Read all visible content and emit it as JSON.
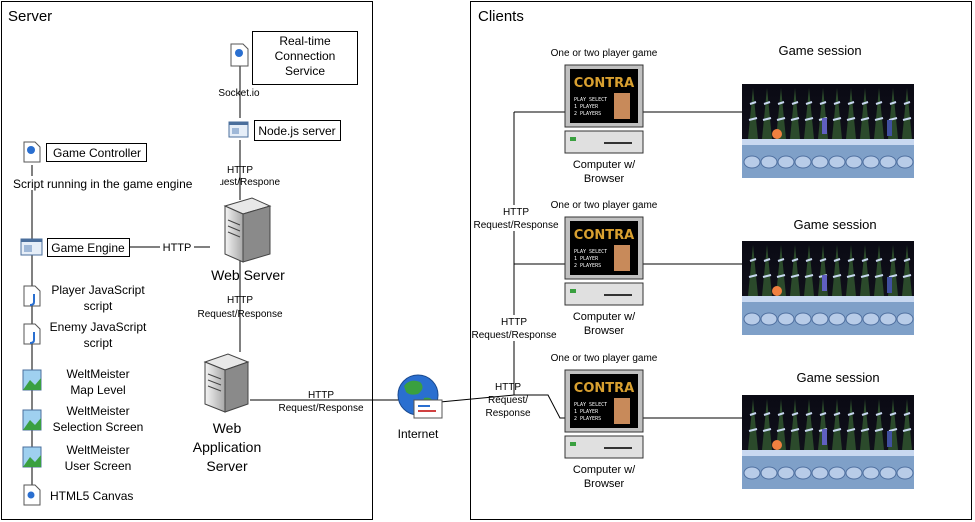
{
  "panels": {
    "server": "Server",
    "clients": "Clients"
  },
  "server": {
    "realtime_service": [
      "Real-time",
      "Connection",
      "Service"
    ],
    "socketio": "Socket.io",
    "nodejs": "Node.js server",
    "http_node": [
      "HTTP",
      "Request/Respone"
    ],
    "web_server": "Web Server",
    "http_engine": "HTTP",
    "http_app": [
      "HTTP",
      "Request/Response"
    ],
    "web_app_server": [
      "Web",
      "Application",
      "Server"
    ],
    "http_internet": [
      "HTTP",
      "Request/Response"
    ],
    "game_controller": "Game Controller",
    "script_running": "Script running in the game engine",
    "game_engine": "Game Engine",
    "files": [
      {
        "lines": [
          "Player JavaScript",
          "script"
        ],
        "icon": "script-file-icon"
      },
      {
        "lines": [
          "Enemy JavaScript",
          "script"
        ],
        "icon": "script-file-icon"
      },
      {
        "lines": [
          "WeltMeister",
          "Map Level"
        ],
        "icon": "image-file-icon"
      },
      {
        "lines": [
          "WeltMeister",
          "Selection Screen"
        ],
        "icon": "image-file-icon"
      },
      {
        "lines": [
          "WeltMeister",
          "User Screen"
        ],
        "icon": "image-file-icon"
      },
      {
        "lines": [
          "HTML5 Canvas"
        ],
        "icon": "html-file-icon"
      }
    ]
  },
  "internet": "Internet",
  "clients": {
    "rows": [
      {
        "mode": "One or two player game",
        "computer": [
          "Computer w/",
          "Browser"
        ],
        "session": "Game session",
        "logo": "CONTRA",
        "menu": [
          "PLAY SELECT",
          "1 PLAYER",
          "2 PLAYERS"
        ]
      },
      {
        "mode": "One or two player game",
        "computer": [
          "Computer w/",
          "Browser"
        ],
        "session": "Game session",
        "logo": "CONTRA",
        "menu": [
          "PLAY SELECT",
          "1 PLAYER",
          "2 PLAYERS"
        ]
      },
      {
        "mode": "One or two player game",
        "computer": [
          "Computer w/",
          "Browser"
        ],
        "session": "Game session",
        "logo": "CONTRA",
        "menu": [
          "PLAY SELECT",
          "1 PLAYER",
          "2 PLAYERS"
        ]
      }
    ],
    "http_labels": [
      [
        "HTTP",
        "Request/Response"
      ],
      [
        "HTTP",
        "Request/Response"
      ],
      [
        "HTTP",
        "Request/",
        "Response"
      ]
    ]
  },
  "colors": {
    "line": "#000000",
    "monitor_bezel": "#c0c0c0",
    "screen_bg": "#000000",
    "logo": "#d9a030",
    "snow": "#c8d8f0",
    "ice": "#7fa0c8",
    "tree": "#2b4a2b",
    "sky": "#000000",
    "globe": "#2a6fd0",
    "land": "#3aa040"
  }
}
